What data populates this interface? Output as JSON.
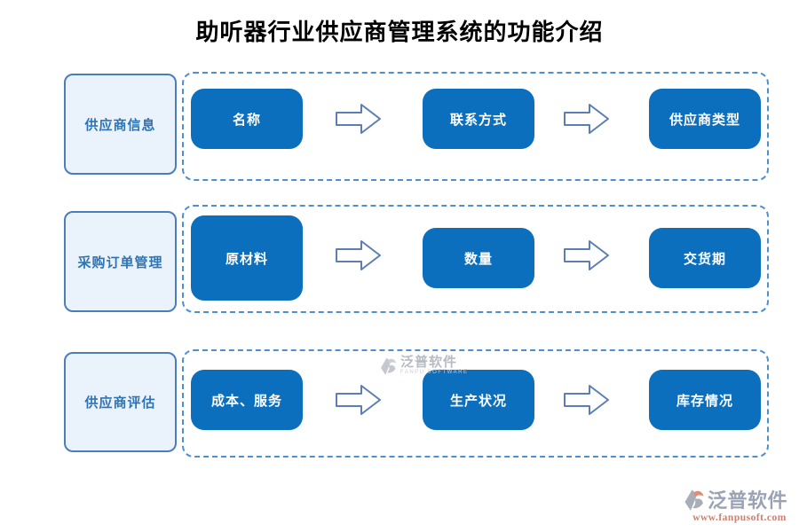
{
  "title": "助听器行业供应商管理系统的功能介绍",
  "rows": [
    {
      "label": "供应商信息",
      "steps": [
        "名称",
        "联系方式",
        "供应商类型"
      ]
    },
    {
      "label": "采购订单管理",
      "steps": [
        "原材料",
        "数量",
        "交货期"
      ]
    },
    {
      "label": "供应商评估",
      "steps": [
        "成本、服务",
        "生产状况",
        "库存情况"
      ]
    }
  ],
  "watermark": {
    "brand": "泛普软件",
    "subtitle": "FANPU SOFTWARE"
  },
  "footer": {
    "brand": "泛普软件",
    "website": "www.fanpusoft.com"
  },
  "colors": {
    "step_fill": "#0B6FBE",
    "step_text": "#FFFFFF",
    "label_fill": "#EAF2FB",
    "label_border": "#4A7EBB",
    "label_text": "#2E74B5",
    "dashed_border": "#4E8FD0",
    "arrow_outline": "#5C7EB5",
    "title_text": "#000000",
    "watermark_gray": "#B7BBC4",
    "footer_brand": "#9AA3B6",
    "footer_url": "#CE7E6E",
    "logo_crescent": "#DB8F79"
  }
}
